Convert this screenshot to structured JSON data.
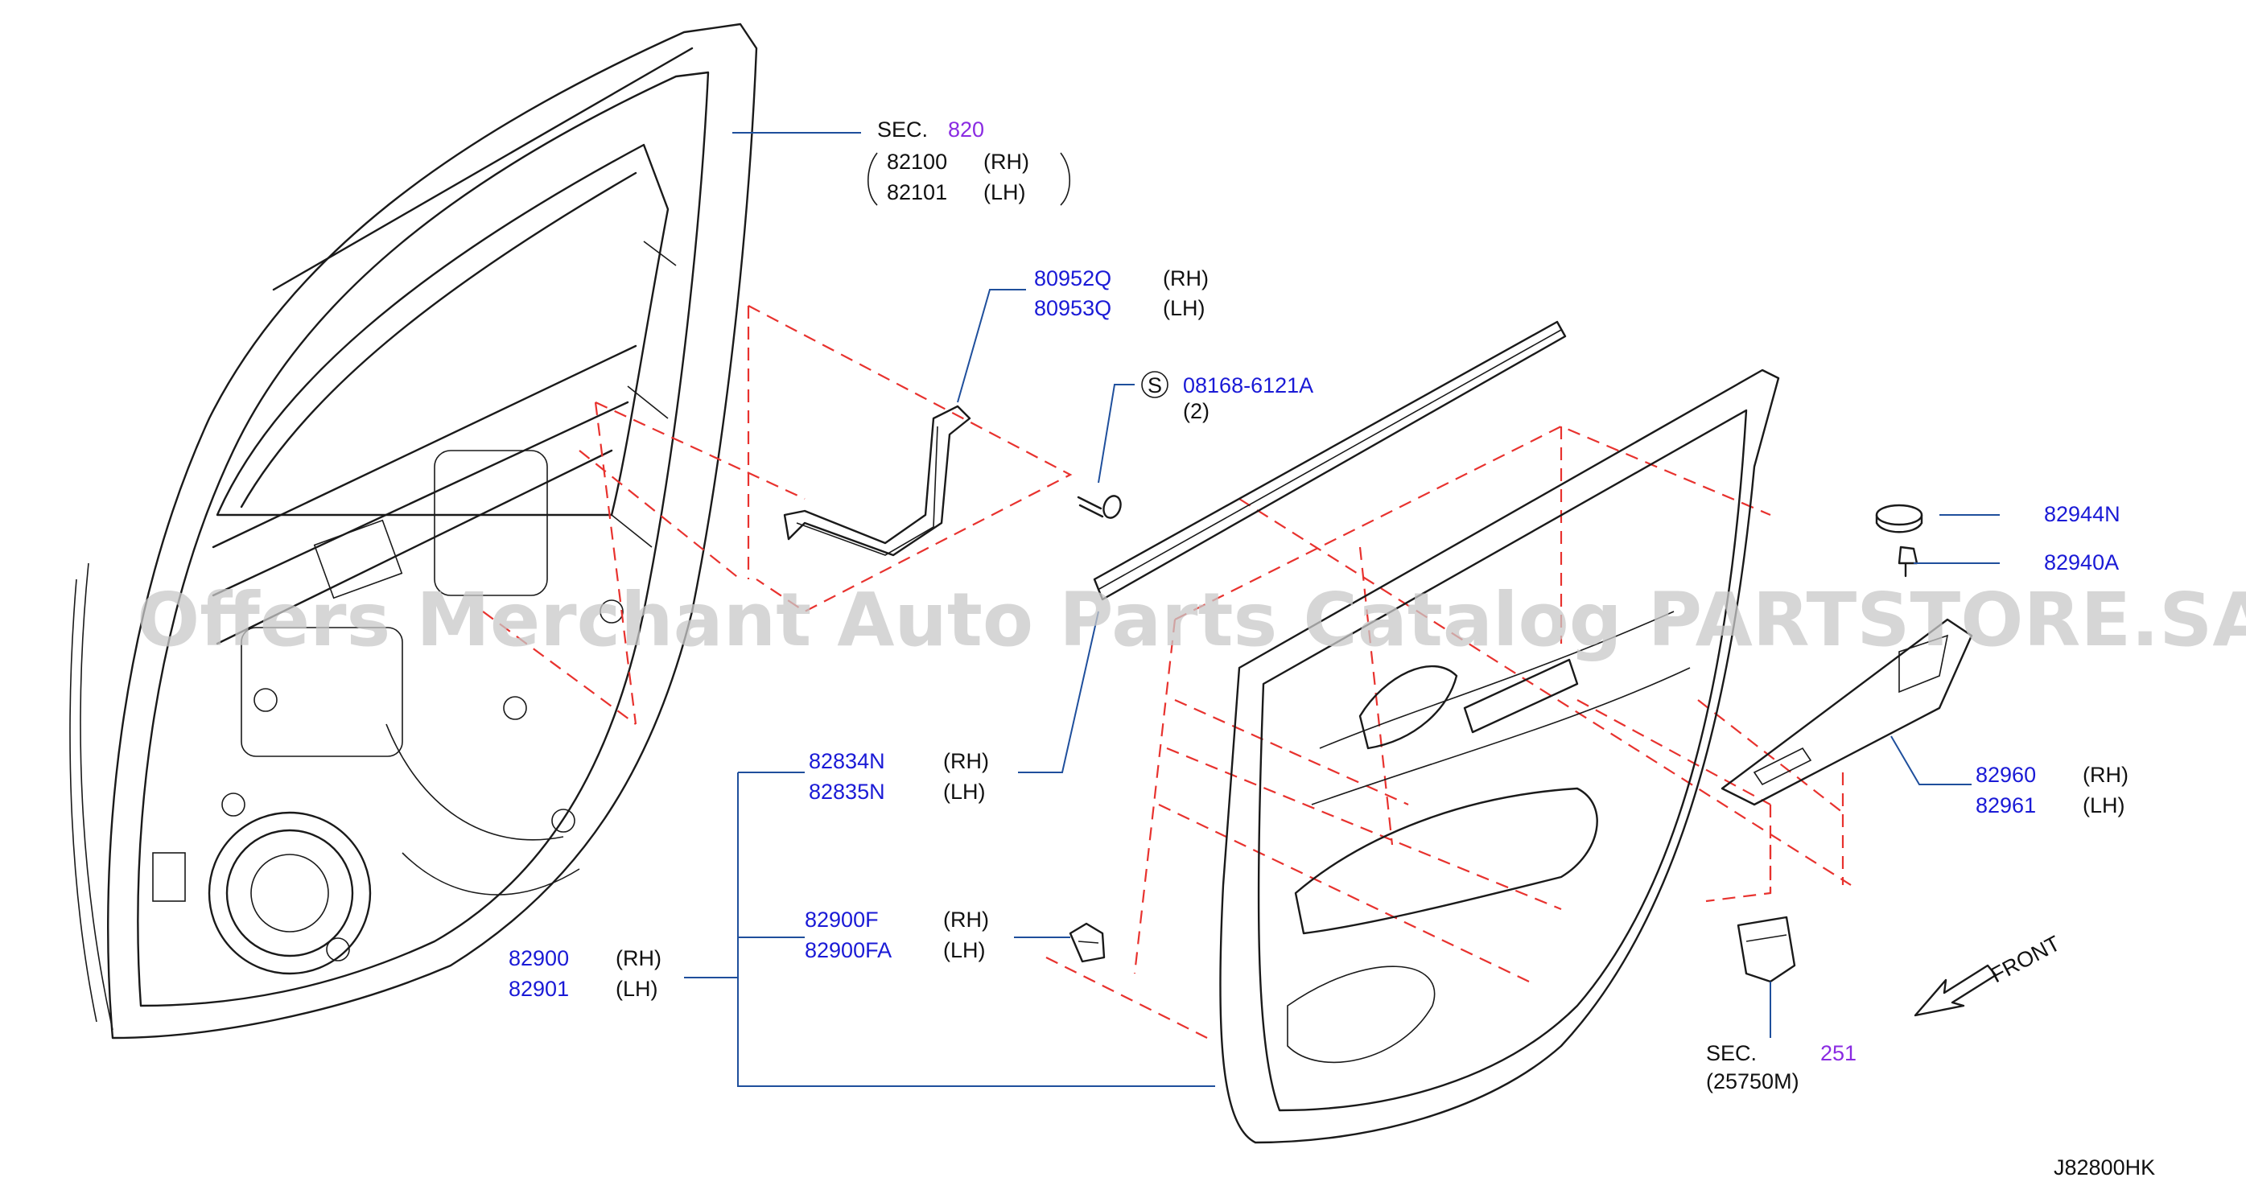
{
  "watermark": "Offers Merchant Auto Parts Catalog PARTSTORE.SA",
  "diagram_code": "J82800HK",
  "front_label": "FRONT",
  "sec_820": {
    "prefix": "SEC.",
    "num": "820",
    "rows": [
      {
        "pn": "82100",
        "side": "(RH)"
      },
      {
        "pn": "82101",
        "side": "(LH)"
      }
    ]
  },
  "bracket": {
    "rows": [
      {
        "pn": "80952Q",
        "side": "(RH)"
      },
      {
        "pn": "80953Q",
        "side": "(LH)"
      }
    ]
  },
  "screw": {
    "marker": "S",
    "pn": "08168-6121A",
    "qty": "(2)"
  },
  "cap": {
    "pn": "82944N"
  },
  "bolt": {
    "pn": "82940A"
  },
  "finisher": {
    "rows": [
      {
        "pn": "82960",
        "side": "(RH)"
      },
      {
        "pn": "82961",
        "side": "(LH)"
      }
    ]
  },
  "weatherstrip": {
    "rows": [
      {
        "pn": "82834N",
        "side": "(RH)"
      },
      {
        "pn": "82835N",
        "side": "(LH)"
      }
    ]
  },
  "clip": {
    "rows": [
      {
        "pn": "82900F",
        "side": "(RH)"
      },
      {
        "pn": "82900FA",
        "side": "(LH)"
      }
    ]
  },
  "trim_assy": {
    "rows": [
      {
        "pn": "82900",
        "side": "(RH)"
      },
      {
        "pn": "82901",
        "side": "(LH)"
      }
    ]
  },
  "sec_251": {
    "prefix": "SEC.",
    "num": "251",
    "ref": "(25750M)"
  },
  "colors": {
    "part_number": "#1a1ad6",
    "section_ref": "#8a2be2",
    "leader": "#1f4f9c",
    "phantom": "#e8322e"
  }
}
